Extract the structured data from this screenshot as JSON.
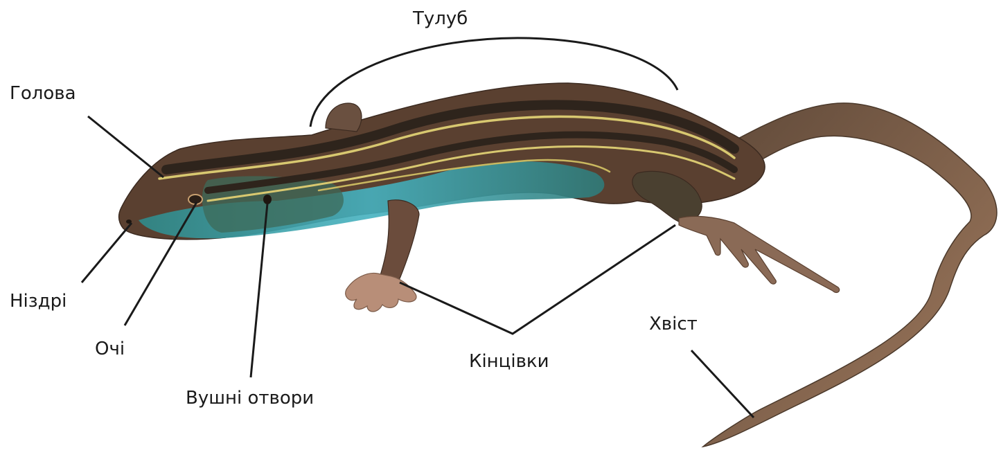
{
  "diagram": {
    "subject": "lizard-anatomy",
    "labels": {
      "body": "Тулуб",
      "head": "Голова",
      "nostrils": "Ніздрі",
      "eyes": "Очі",
      "ear_openings": "Вушні отвори",
      "limbs": "Кінцівки",
      "tail": "Хвіст"
    },
    "colors": {
      "dorsal_brown": "#5a4030",
      "dark_stripe": "#2e241c",
      "yellow_stripe": "#d8c870",
      "belly_blue": "#3fa8b4",
      "flank_green": "#3d6a58",
      "tail_brown": "#8a6a50",
      "limb_pink": "#b88e78",
      "leader_line": "#1a1a1a"
    }
  }
}
